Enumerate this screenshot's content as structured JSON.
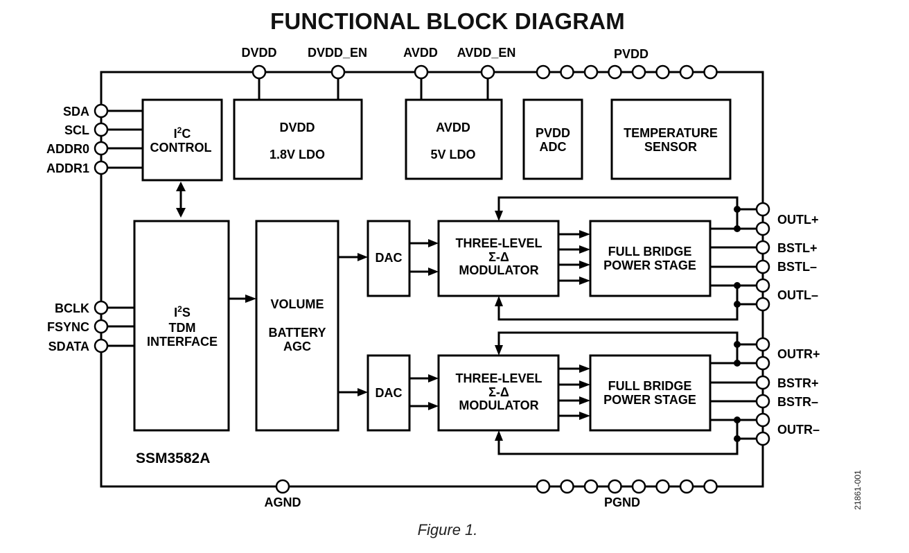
{
  "title": "FUNCTIONAL BLOCK DIAGRAM",
  "caption": "Figure 1.",
  "figure_id": "21861-001",
  "part_number": "SSM3582A",
  "top_pins": {
    "dvdd": "DVDD",
    "dvdd_en": "DVDD_EN",
    "avdd": "AVDD",
    "avdd_en": "AVDD_EN",
    "pvdd": "PVDD"
  },
  "bottom_pins": {
    "agnd": "AGND",
    "pgnd": "PGND"
  },
  "left_pins": {
    "sda": "SDA",
    "scl": "SCL",
    "addr0": "ADDR0",
    "addr1": "ADDR1",
    "bclk": "BCLK",
    "fsync": "FSYNC",
    "sdata": "SDATA"
  },
  "right_pins": {
    "outl_plus": "OUTL+",
    "bstl_plus": "BSTL+",
    "bstl_minus": "BSTL–",
    "outl_minus": "OUTL–",
    "outr_plus": "OUTR+",
    "bstr_plus": "BSTR+",
    "bstr_minus": "BSTR–",
    "outr_minus": "OUTR–"
  },
  "blocks": {
    "i2c": {
      "line1_main": "I",
      "line1_sup": "2",
      "line1_end": "C",
      "line2": "CONTROL"
    },
    "dvdd_ldo": {
      "line1": "DVDD",
      "line2": "1.8V LDO"
    },
    "avdd_ldo": {
      "line1": "AVDD",
      "line2": "5V LDO"
    },
    "pvdd_adc": {
      "line1": "PVDD",
      "line2": "ADC"
    },
    "temp_sensor": {
      "line1": "TEMPERATURE",
      "line2": "SENSOR"
    },
    "i2s": {
      "line1_main": "I",
      "line1_sup": "2",
      "line1_end": "S",
      "line2": "TDM",
      "line3": "INTERFACE"
    },
    "volume": {
      "line1": "VOLUME",
      "line2": "BATTERY",
      "line3": "AGC"
    },
    "dac": "DAC",
    "modulator": {
      "line1": "THREE-LEVEL",
      "line2": "Σ-Δ",
      "line3": "MODULATOR"
    },
    "power_stage": {
      "line1": "FULL BRIDGE",
      "line2": "POWER STAGE"
    }
  }
}
